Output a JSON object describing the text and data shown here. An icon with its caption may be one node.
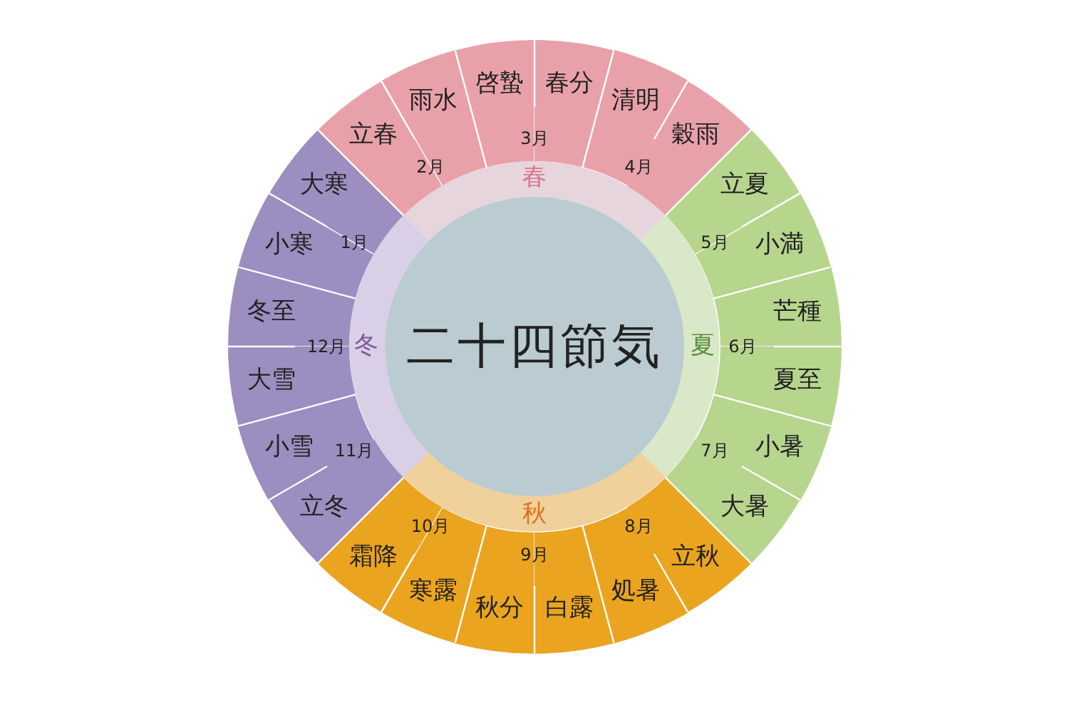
{
  "diagram": {
    "nodes": [
      {
        "text": [
          "二十四節気"
        ]
      },
      {
        "text": [
          "春"
        ]
      },
      {
        "text": [
          "夏"
        ]
      },
      {
        "text": [
          "秋"
        ]
      },
      {
        "text": [
          "冬"
        ]
      },
      {
        "text": [
          "立春"
        ]
      },
      {
        "text": [
          "雨水"
        ]
      },
      {
        "text": [
          "啓蟄"
        ]
      },
      {
        "text": [
          "春分"
        ]
      },
      {
        "text": [
          "清明"
        ]
      },
      {
        "text": [
          "穀雨"
        ]
      },
      {
        "text": [
          "立夏"
        ]
      },
      {
        "text": [
          "小満"
        ]
      },
      {
        "text": [
          "芒種"
        ]
      },
      {
        "text": [
          "夏至"
        ]
      },
      {
        "text": [
          "小暑"
        ]
      },
      {
        "text": [
          "大暑"
        ]
      },
      {
        "text": [
          "立秋"
        ]
      },
      {
        "text": [
          "処暑"
        ]
      },
      {
        "text": [
          "白露"
        ]
      },
      {
        "text": [
          "秋分"
        ]
      },
      {
        "text": [
          "寒露"
        ]
      },
      {
        "text": [
          "霜降"
        ]
      },
      {
        "text": [
          "立冬"
        ]
      },
      {
        "text": [
          "小雪"
        ]
      },
      {
        "text": [
          "大雪"
        ]
      },
      {
        "text": [
          "冬至"
        ]
      },
      {
        "text": [
          "小寒"
        ]
      },
      {
        "text": [
          "大寒"
        ]
      }
    ],
    "edges": [],
    "labels": [
      "1月",
      "2月",
      "3月",
      "4月",
      "5月",
      "6月",
      "7月",
      "8月",
      "9月",
      "10月",
      "11月",
      "12月"
    ]
  }
}
